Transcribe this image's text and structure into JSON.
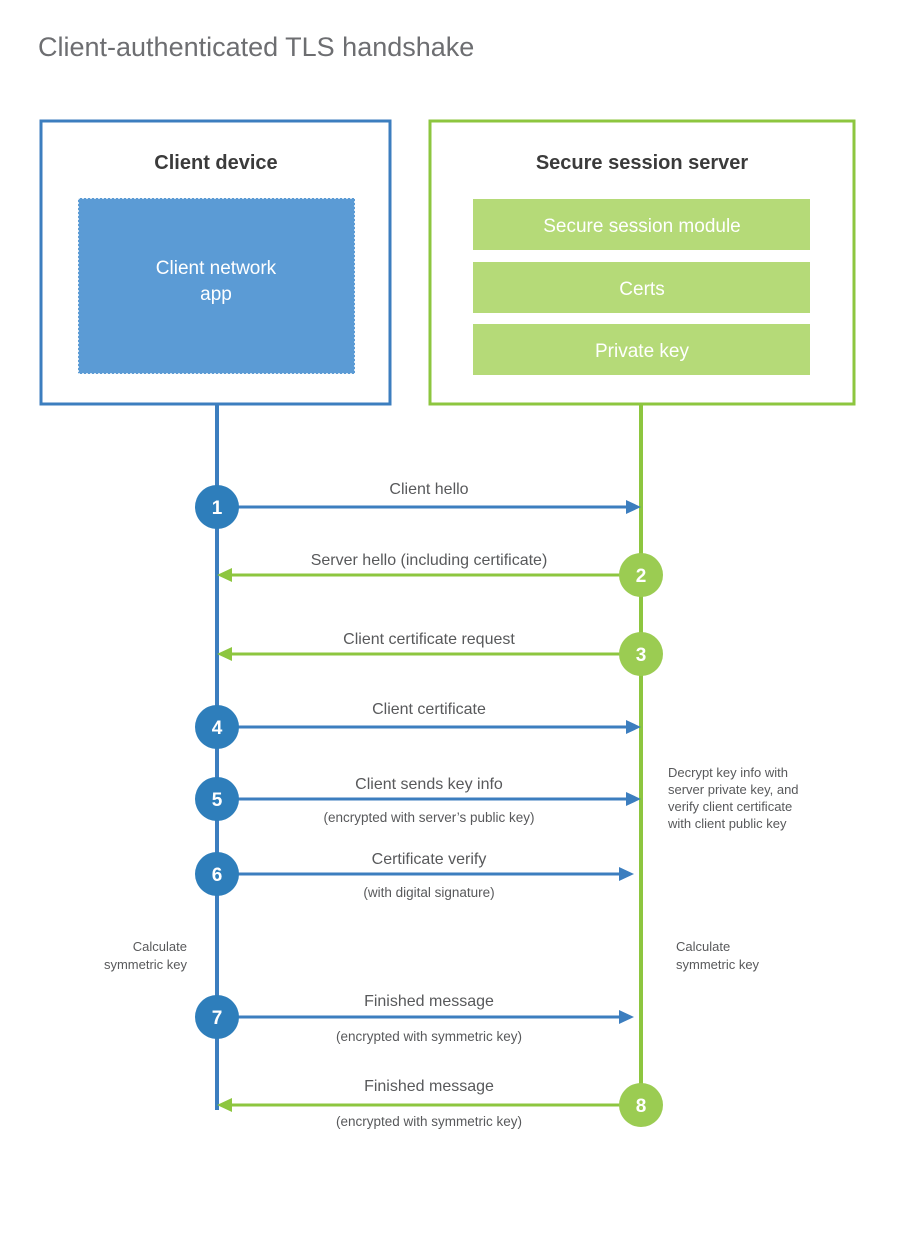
{
  "diagram": {
    "title": "Client-authenticated TLS handshake",
    "colors": {
      "blue_border": "#3c7ebf",
      "blue_fill": "#5b9bd5",
      "blue_line": "#3c7ebf",
      "green_border": "#8dc63f",
      "green_fill": "#b5da78",
      "green_line": "#8dc63f",
      "text": "#58595b",
      "title_text": "#6d6e71",
      "heading_text": "#3b3b3b",
      "background": "#ffffff"
    },
    "actors": [
      {
        "id": "client",
        "title": "Client device",
        "side": "left",
        "items": [
          {
            "label": "Client network app"
          }
        ]
      },
      {
        "id": "server",
        "title": "Secure session server",
        "side": "right",
        "items": [
          {
            "label": "Secure session module"
          },
          {
            "label": "Certs"
          },
          {
            "label": "Private key"
          }
        ]
      }
    ],
    "steps": [
      {
        "number": "1",
        "label": "Client hello",
        "sublabel": "",
        "direction": "client-to-server",
        "color": "blue"
      },
      {
        "number": "2",
        "label": "Server hello (including certificate)",
        "sublabel": "",
        "direction": "server-to-client",
        "color": "green"
      },
      {
        "number": "3",
        "label": "Client certificate request",
        "sublabel": "",
        "direction": "server-to-client",
        "color": "green"
      },
      {
        "number": "4",
        "label": "Client certificate",
        "sublabel": "",
        "direction": "client-to-server",
        "color": "blue"
      },
      {
        "number": "5",
        "label": "Client sends key info",
        "sublabel": "(encrypted with server’s public key)",
        "direction": "client-to-server",
        "color": "blue"
      },
      {
        "number": "6",
        "label": "Certificate verify",
        "sublabel": "(with digital signature)",
        "direction": "client-to-server",
        "color": "blue"
      },
      {
        "number": "7",
        "label": "Finished message",
        "sublabel": "(encrypted with symmetric key)",
        "direction": "client-to-server",
        "color": "blue"
      },
      {
        "number": "8",
        "label": "Finished message",
        "sublabel": "(encrypted with symmetric key)",
        "direction": "server-to-client",
        "color": "green"
      }
    ],
    "notes": {
      "server_decrypt": {
        "lines": [
          "Decrypt key info with",
          "server private key, and",
          "verify client certificate",
          "with client public key"
        ]
      },
      "client_calc": {
        "lines": [
          "Calculate",
          "symmetric key"
        ]
      },
      "server_calc": {
        "lines": [
          "Calculate",
          "symmetric key"
        ]
      }
    }
  }
}
